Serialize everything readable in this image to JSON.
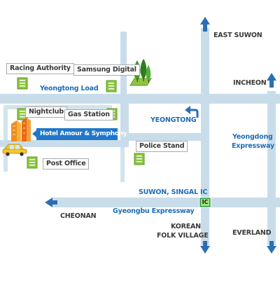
{
  "colors": {
    "road": "#c8dde9",
    "road_edge": "#b7cfdd",
    "frame_road": "#d3e3ec",
    "arrow": "#2c6eb4",
    "building": "#8dc63f",
    "building_dark": "#5d9b22",
    "hotel_bar": "#1f77c9",
    "label_text": "#3a3a3a",
    "road_label": "#1d6db8",
    "ic_badge": "#1e9d3b"
  },
  "landmarks": {
    "racing_authority": "Racing Authority",
    "samsung_digital": "Samsung Digital",
    "nightclub": "Nightclub",
    "gas_station": "Gas Station",
    "police_stand": "Police Stand",
    "post_office": "Post Office",
    "hotel": "Hotel Amour & Symphony"
  },
  "roads": {
    "yeongtong_load": "Yeongtong Load",
    "yeongtong": "YEONGTONG",
    "yeongdong_line1": "Yeongdong",
    "yeongdong_line2": "Expressway",
    "gyeongbu": "Gyeongbu Expressway"
  },
  "places": {
    "east_suwon": "EAST SUWON",
    "incheon": "INCHEON",
    "suwon_singal_ic": "SUWON, SINGAL IC",
    "cheonan": "CHEONAN",
    "korean_folk_village_line1": "KOREAN",
    "korean_folk_village_line2": "FOLK VILLAGE",
    "everland": "EVERLAND"
  },
  "ic_badge": "IC",
  "icons": [
    "building-icon",
    "park-trees-icon",
    "hotel-icon",
    "taxi-icon",
    "turn-arrow-icon",
    "direction-arrow-icon"
  ]
}
